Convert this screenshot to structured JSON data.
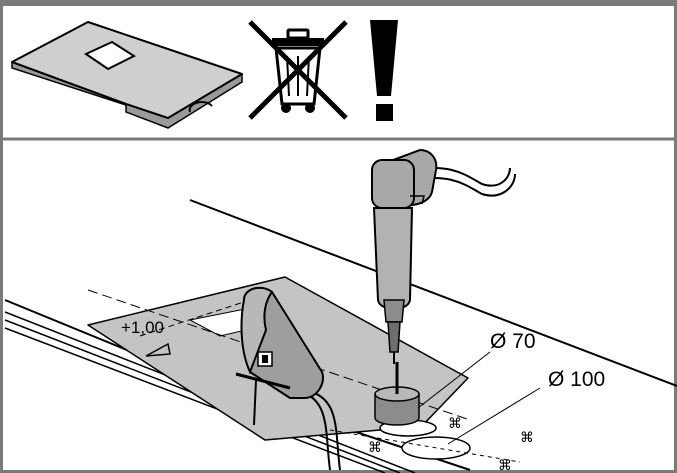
{
  "labels": {
    "template_offset": "+1,00",
    "diameter_small": "Ø 70",
    "diameter_large": "Ø 100"
  },
  "icons": [
    "mounting-template-icon",
    "crossed-out-wheelie-bin-icon",
    "exclamation-warning-icon"
  ],
  "colors": {
    "background": "#ffffff",
    "ink": "#000000",
    "tool_gray": "#a8a8a8",
    "template_gray": "#c4c4c4",
    "panel_border": "#7a7a7a"
  }
}
